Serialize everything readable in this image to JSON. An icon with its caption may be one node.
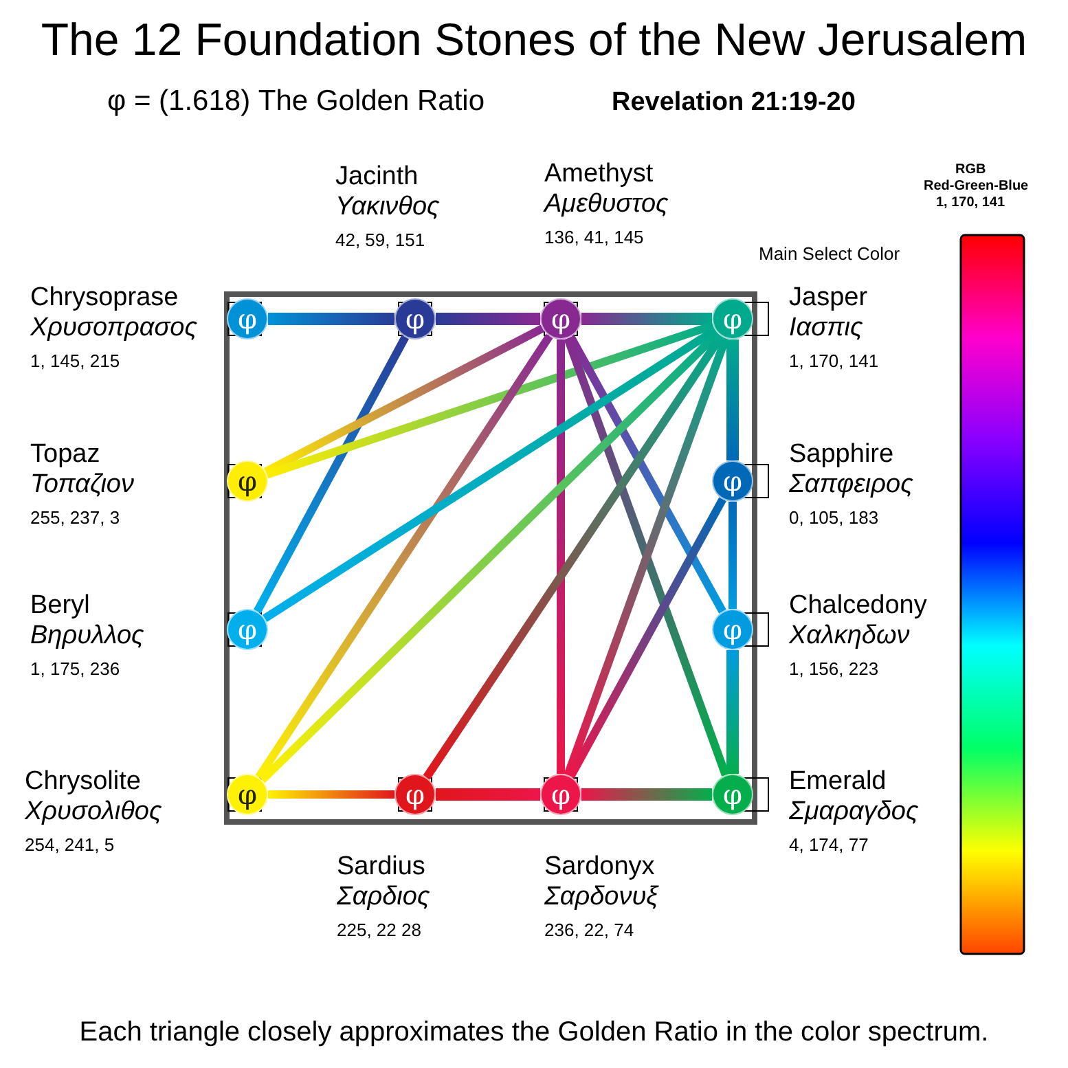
{
  "diagram": {
    "title": "The 12 Foundation Stones of the New Jerusalem",
    "caption": "Each triangle closely approximates the Golden Ratio in the color spectrum.",
    "nodes": [
      {
        "text": [
          "φ"
        ],
        "beside": [
          "Chrysoprase",
          "Χρυσοπρασος",
          "1, 145, 215"
        ]
      },
      {
        "text": [
          "φ"
        ],
        "beside": [
          "Jacinth",
          "Υακινθος",
          "42, 59, 151"
        ]
      },
      {
        "text": [
          "φ"
        ],
        "beside": [
          "Amethyst",
          "Αμεθυστος",
          "136, 41, 145"
        ]
      },
      {
        "text": [
          "φ"
        ],
        "beside": [
          "Jasper",
          "Ιασπις",
          "1, 170, 141"
        ]
      },
      {
        "text": [
          "φ"
        ],
        "beside": [
          "Topaz",
          "Τοπαζιον",
          "255, 237, 3"
        ]
      },
      {
        "text": [
          "φ"
        ],
        "beside": [
          "Sapphire",
          "Σαπφειρος",
          "0, 105, 183"
        ]
      },
      {
        "text": [
          "φ"
        ],
        "beside": [
          "Beryl",
          "Βηρυλλος",
          "1, 175, 236"
        ]
      },
      {
        "text": [
          "φ"
        ],
        "beside": [
          "Chalcedony",
          "Χαλκηδων",
          "1, 156, 223"
        ]
      },
      {
        "text": [
          "φ"
        ],
        "beside": [
          "Chrysolite",
          "Χρυσολιθος",
          "254, 241, 5"
        ]
      },
      {
        "text": [
          "φ"
        ],
        "beside": [
          "Sardius",
          "Σαρδιος",
          "225, 22 28"
        ]
      },
      {
        "text": [
          "φ"
        ],
        "beside": [
          "Sardonyx",
          "Σαρδονυξ",
          "236, 22, 74"
        ]
      },
      {
        "text": [
          "φ"
        ],
        "beside": [
          "Emerald",
          "Σμαραγδος",
          "4, 174, 77"
        ]
      },
      {
        "text": [],
        "shape": "bar"
      }
    ],
    "edges": [
      {
        "from": 0,
        "to": 1,
        "arrow": "none",
        "style": "thick"
      },
      {
        "from": 1,
        "to": 2,
        "arrow": "none",
        "style": "thick"
      },
      {
        "from": 2,
        "to": 3,
        "arrow": "none",
        "style": "thick"
      },
      {
        "from": 1,
        "to": 6,
        "arrow": "none"
      },
      {
        "from": 2,
        "to": 4,
        "arrow": "none"
      },
      {
        "from": 3,
        "to": 4,
        "arrow": "none"
      },
      {
        "from": 2,
        "to": 8,
        "arrow": "none"
      },
      {
        "from": 2,
        "to": 10,
        "arrow": "none"
      },
      {
        "from": 2,
        "to": 7,
        "arrow": "none"
      },
      {
        "from": 2,
        "to": 11,
        "arrow": "none"
      },
      {
        "from": 3,
        "to": 6,
        "arrow": "none"
      },
      {
        "from": 3,
        "to": 8,
        "arrow": "none"
      },
      {
        "from": 3,
        "to": 9,
        "arrow": "none"
      },
      {
        "from": 3,
        "to": 10,
        "arrow": "none"
      },
      {
        "from": 3,
        "to": 5,
        "arrow": "none",
        "style": "thick"
      },
      {
        "from": 7,
        "to": 11,
        "arrow": "none",
        "style": "thick"
      },
      {
        "from": 5,
        "to": 7,
        "arrow": "none"
      },
      {
        "from": 5,
        "to": 10,
        "arrow": "none"
      },
      {
        "from": 8,
        "to": 9,
        "arrow": "none"
      },
      {
        "from": 9,
        "to": 10,
        "arrow": "none",
        "style": "thick"
      },
      {
        "from": 10,
        "to": 11,
        "arrow": "none",
        "style": "thick"
      }
    ],
    "labels": [
      "φ = (1.618) The Golden Ratio",
      "Revelation 21:19-20",
      "Main Select Color",
      "RGB",
      "Red-Green-Blue",
      "1, 170, 141"
    ]
  }
}
